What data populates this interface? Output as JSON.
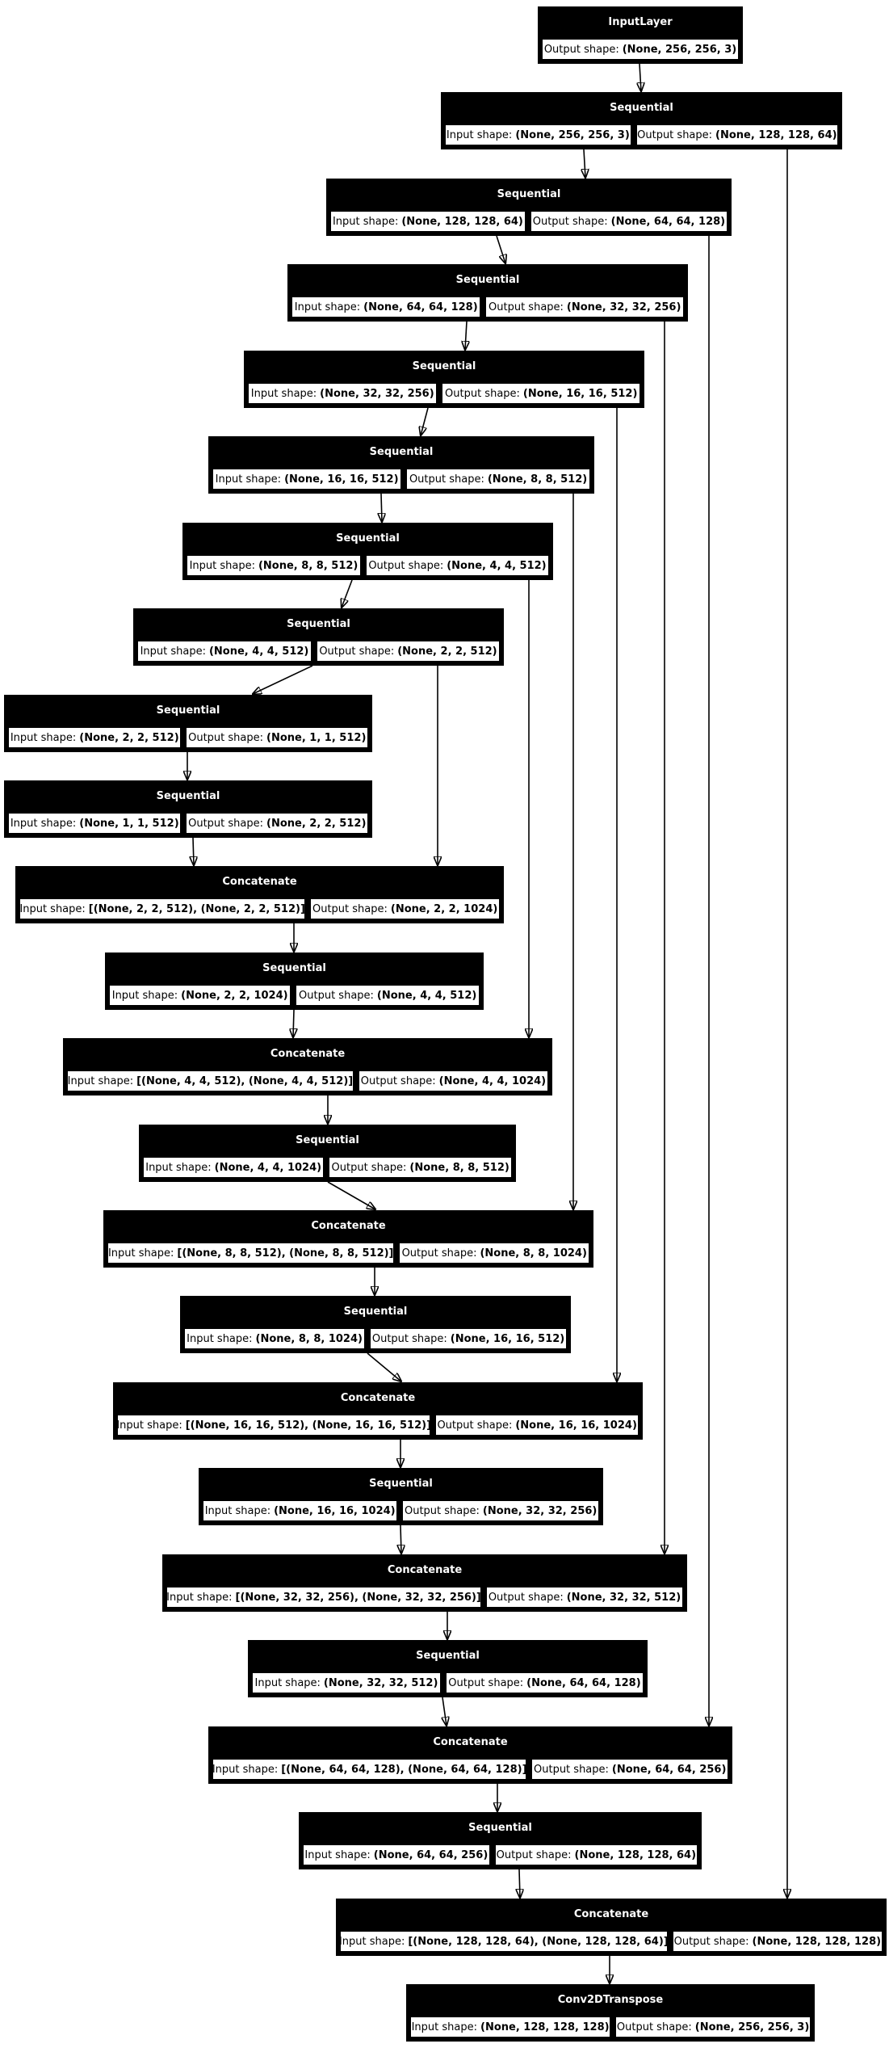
{
  "labels": {
    "input": "Input shape:",
    "output": "Output shape:"
  },
  "colors": {
    "node_fill": "#000000",
    "node_title_text": "#ffffff",
    "cell_fill": "#ffffff",
    "cell_text": "#000000",
    "edge": "#000000",
    "background": "#ffffff"
  },
  "nodes": [
    {
      "title": "InputLayer",
      "output": "(None, 256, 256, 3)"
    },
    {
      "title": "Sequential",
      "input": "(None, 256, 256, 3)",
      "output": "(None, 128, 128, 64)"
    },
    {
      "title": "Sequential",
      "input": "(None, 128, 128, 64)",
      "output": "(None, 64, 64, 128)"
    },
    {
      "title": "Sequential",
      "input": "(None, 64, 64, 128)",
      "output": "(None, 32, 32, 256)"
    },
    {
      "title": "Sequential",
      "input": "(None, 32, 32, 256)",
      "output": "(None, 16, 16, 512)"
    },
    {
      "title": "Sequential",
      "input": "(None, 16, 16, 512)",
      "output": "(None, 8, 8, 512)"
    },
    {
      "title": "Sequential",
      "input": "(None, 8, 8, 512)",
      "output": "(None, 4, 4, 512)"
    },
    {
      "title": "Sequential",
      "input": "(None, 4, 4, 512)",
      "output": "(None, 2, 2, 512)"
    },
    {
      "title": "Sequential",
      "input": "(None, 2, 2, 512)",
      "output": "(None, 1, 1, 512)"
    },
    {
      "title": "Sequential",
      "input": "(None, 1, 1, 512)",
      "output": "(None, 2, 2, 512)"
    },
    {
      "title": "Concatenate",
      "input": "[(None, 2, 2, 512), (None, 2, 2, 512)]",
      "output": "(None, 2, 2, 1024)"
    },
    {
      "title": "Sequential",
      "input": "(None, 2, 2, 1024)",
      "output": "(None, 4, 4, 512)"
    },
    {
      "title": "Concatenate",
      "input": "[(None, 4, 4, 512), (None, 4, 4, 512)]",
      "output": "(None, 4, 4, 1024)"
    },
    {
      "title": "Sequential",
      "input": "(None, 4, 4, 1024)",
      "output": "(None, 8, 8, 512)"
    },
    {
      "title": "Concatenate",
      "input": "[(None, 8, 8, 512), (None, 8, 8, 512)]",
      "output": "(None, 8, 8, 1024)"
    },
    {
      "title": "Sequential",
      "input": "(None, 8, 8, 1024)",
      "output": "(None, 16, 16, 512)"
    },
    {
      "title": "Concatenate",
      "input": "[(None, 16, 16, 512), (None, 16, 16, 512)]",
      "output": "(None, 16, 16, 1024)"
    },
    {
      "title": "Sequential",
      "input": "(None, 16, 16, 1024)",
      "output": "(None, 32, 32, 256)"
    },
    {
      "title": "Concatenate",
      "input": "[(None, 32, 32, 256), (None, 32, 32, 256)]",
      "output": "(None, 32, 32, 512)"
    },
    {
      "title": "Sequential",
      "input": "(None, 32, 32, 512)",
      "output": "(None, 64, 64, 128)"
    },
    {
      "title": "Concatenate",
      "input": "[(None, 64, 64, 128), (None, 64, 64, 128)]",
      "output": "(None, 64, 64, 256)"
    },
    {
      "title": "Sequential",
      "input": "(None, 64, 64, 256)",
      "output": "(None, 128, 128, 64)"
    },
    {
      "title": "Concatenate",
      "input": "[(None, 128, 128, 64), (None, 128, 128, 64)]",
      "output": "(None, 128, 128, 128)"
    },
    {
      "title": "Conv2DTranspose",
      "input": "(None, 128, 128, 128)",
      "output": "(None, 256, 256, 3)"
    }
  ],
  "connections": {
    "sequential_chain": [
      [
        1,
        2
      ],
      [
        2,
        3
      ],
      [
        3,
        4
      ],
      [
        4,
        5
      ],
      [
        5,
        6
      ],
      [
        6,
        7
      ],
      [
        7,
        8
      ],
      [
        8,
        9
      ],
      [
        9,
        10
      ],
      [
        10,
        11
      ],
      [
        11,
        12
      ],
      [
        12,
        13
      ],
      [
        13,
        14
      ],
      [
        14,
        15
      ],
      [
        15,
        16
      ],
      [
        16,
        17
      ],
      [
        17,
        18
      ],
      [
        18,
        19
      ],
      [
        19,
        20
      ],
      [
        20,
        21
      ],
      [
        21,
        22
      ],
      [
        22,
        23
      ],
      [
        23,
        24
      ]
    ],
    "skip_connections": [
      [
        2,
        23
      ],
      [
        3,
        21
      ],
      [
        4,
        19
      ],
      [
        5,
        17
      ],
      [
        6,
        15
      ],
      [
        7,
        13
      ],
      [
        8,
        11
      ]
    ]
  }
}
